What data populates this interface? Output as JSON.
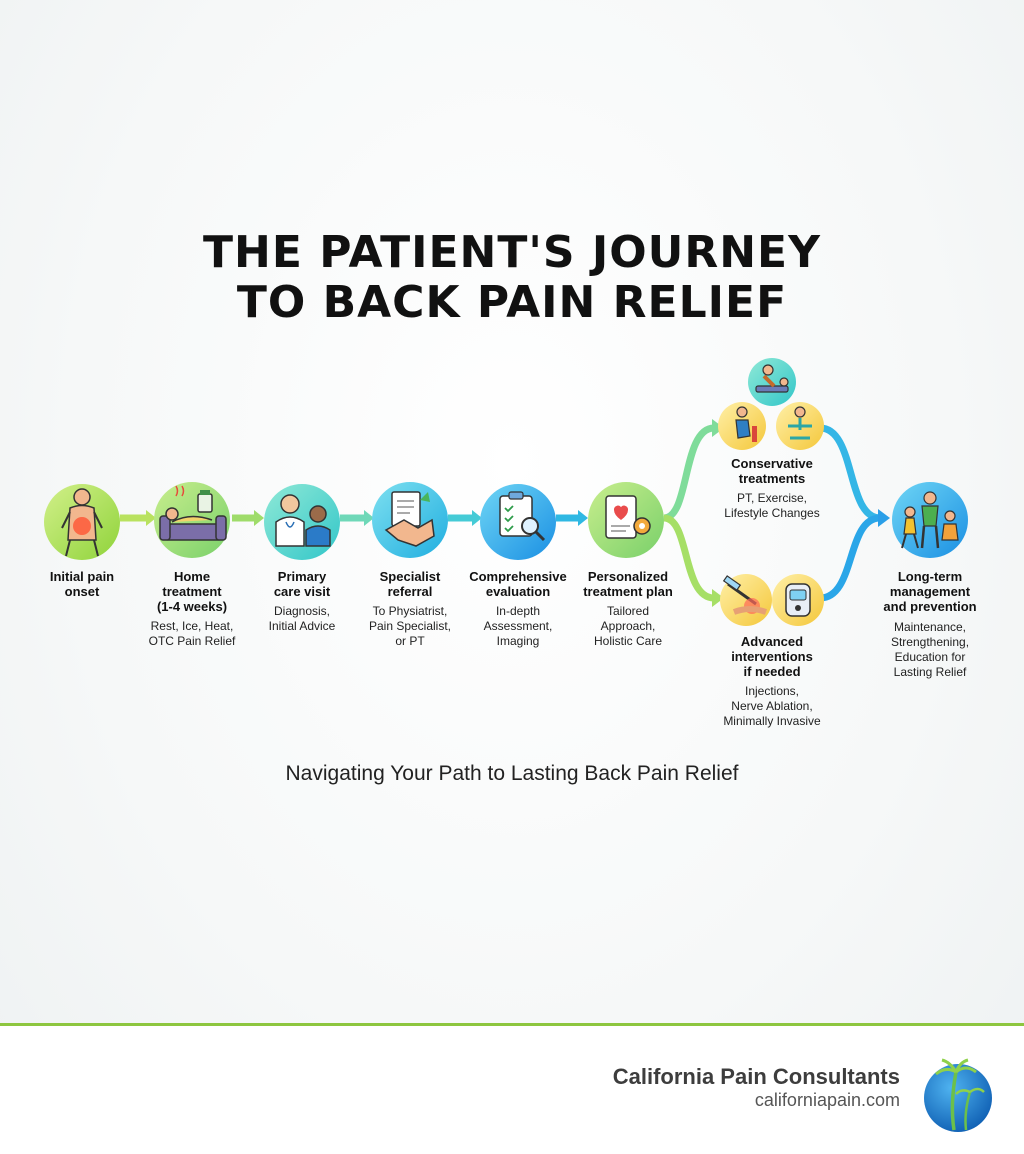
{
  "title": {
    "line1": "THE PATIENT'S JOURNEY",
    "line2": "TO BACK PAIN RELIEF"
  },
  "steps": [
    {
      "id": "onset",
      "icon": "pain-onset-icon",
      "label": [
        "Initial pain",
        "onset"
      ],
      "desc": []
    },
    {
      "id": "home",
      "icon": "couch-rest-icon",
      "label": [
        "Home",
        "treatment",
        "(1-4 weeks)"
      ],
      "desc": [
        "Rest, Ice, Heat,",
        "OTC Pain Relief"
      ]
    },
    {
      "id": "primary",
      "icon": "doctor-patient-icon",
      "label": [
        "Primary",
        "care visit"
      ],
      "desc": [
        "Diagnosis,",
        "Initial Advice"
      ]
    },
    {
      "id": "referral",
      "icon": "handshake-icon",
      "label": [
        "Specialist",
        "referral"
      ],
      "desc": [
        "To Physiatrist,",
        "Pain Specialist,",
        "or PT"
      ]
    },
    {
      "id": "evaluation",
      "icon": "clipboard-magnifier-icon",
      "label": [
        "Comprehensive",
        "evaluation"
      ],
      "desc": [
        "In-depth",
        "Assessment,",
        "Imaging"
      ]
    },
    {
      "id": "plan",
      "icon": "treatment-plan-icon",
      "label": [
        "Personalized",
        "treatment plan"
      ],
      "desc": [
        "Tailored",
        "Approach,",
        "Holistic Care"
      ]
    },
    {
      "id": "conservative",
      "icon": "physical-therapy-icon",
      "label": [
        "Conservative",
        "treatments"
      ],
      "desc": [
        "PT, Exercise,",
        "Lifestyle Changes"
      ]
    },
    {
      "id": "advanced",
      "icon": "injection-device-icon",
      "label": [
        "Advanced",
        "interventions",
        "if needed"
      ],
      "desc": [
        "Injections,",
        "Nerve Ablation,",
        "Minimally Invasive"
      ]
    },
    {
      "id": "longterm",
      "icon": "active-people-icon",
      "label": [
        "Long-term",
        "management",
        "and prevention"
      ],
      "desc": [
        "Maintenance,",
        "Strengthening,",
        "Education for",
        "Lasting Relief"
      ]
    }
  ],
  "tagline": "Navigating Your Path to Lasting Back Pain Relief",
  "footer": {
    "brand": "California Pain Consultants",
    "url": "californiapain.com"
  },
  "colors": {
    "green": "#a6d94a",
    "cyan": "#22c4d8",
    "blue": "#1e88e5",
    "rule": "#8dc63f",
    "circle_fill": "#ffffff"
  }
}
